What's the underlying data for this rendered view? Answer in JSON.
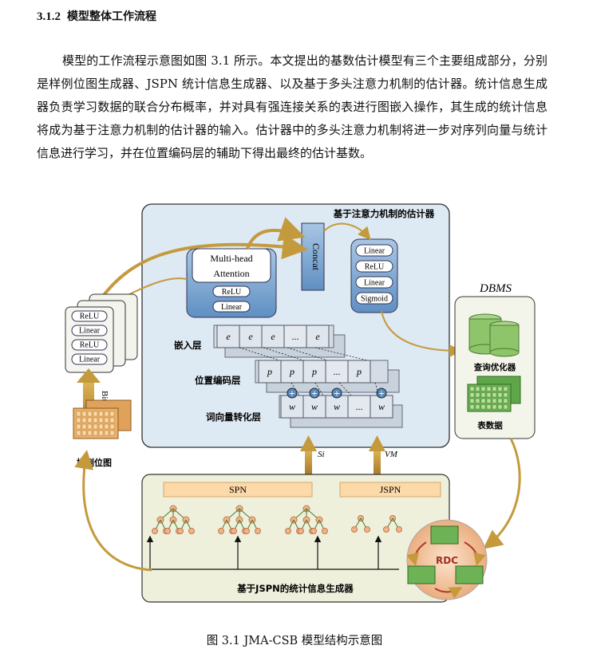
{
  "section": {
    "number": "3.1.2",
    "title": "模型整体工作流程"
  },
  "paragraph": "模型的工作流程示意图如图 3.1 所示。本文提出的基数估计模型有三个主要组成部分，分别是样例位图生成器、JSPN 统计信息生成器、以及基于多头注意力机制的估计器。统计信息生成器负责学习数据的联合分布概率，并对具有强连接关系的表进行图嵌入操作，其生成的统计信息将成为基于注意力机制的估计器的输入。估计器中的多头注意力机制将进一步对序列向量与统计信息进行学习，并在位置编码层的辅助下得出最终的估计基数。",
  "figure": {
    "estimator_title": "基于注意力机制的估计器",
    "attention_line1": "Multi-head",
    "attention_line2": "Attention",
    "attention_relu": "ReLU",
    "attention_linear": "Linear",
    "concat": "Concat",
    "head_layers": [
      "Linear",
      "ReLU",
      "Linear",
      "Sigmoid"
    ],
    "embed_label": "嵌入层",
    "pos_label": "位置编码层",
    "word_label": "词向量转化层",
    "embed_cells": [
      "e",
      "e",
      "e",
      "...",
      "e"
    ],
    "pos_cells": [
      "p",
      "p",
      "p",
      "...",
      "p"
    ],
    "word_cells": [
      "w",
      "w",
      "w",
      "...",
      "w"
    ],
    "si_label": "Si",
    "vm_label": "VM",
    "left_stack": [
      "ReLU",
      "Linear",
      "ReLU",
      "Linear"
    ],
    "bitmap_label": "Bitmap",
    "sample_bitmap_label": "样例位图",
    "dbms_label": "DBMS",
    "query_opt_label": "查询优化器",
    "table_data_label": "表数据",
    "spn_label": "SPN",
    "jspn_label": "JSPN",
    "rdc_label": "RDC",
    "stats_gen_label": "基于JSPN的统计信息生成器"
  },
  "caption": "图 3.1  JMA-CSB 模型结构示意图",
  "colors": {
    "estimator_bg": "#dde9f3",
    "stats_bg": "#eef0dc",
    "box_blue": "#6f9bcb",
    "arrow_gold": "#c49a3c",
    "db_green": "#8ec46a",
    "rdc_fill": "#f2c7a2"
  }
}
